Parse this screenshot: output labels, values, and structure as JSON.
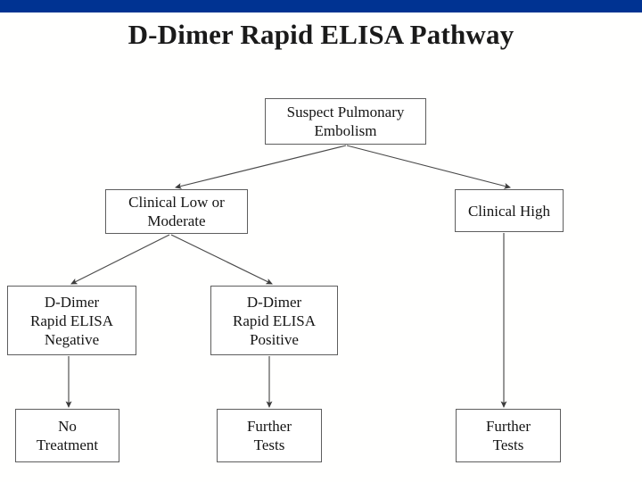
{
  "slide": {
    "title": "D-Dimer Rapid ELISA Pathway",
    "background_color": "#fffffe",
    "accent_bar_color": "#003392"
  },
  "flowchart": {
    "type": "decision-tree",
    "nodes": [
      {
        "id": "root",
        "label": "Suspect Pulmonary\nEmbolism",
        "level": 1
      },
      {
        "id": "lowmod",
        "label": "Clinical Low or\nModerate",
        "level": 2
      },
      {
        "id": "high",
        "label": "Clinical High",
        "level": 2
      },
      {
        "id": "neg",
        "label": "D-Dimer\nRapid ELISA\nNegative",
        "level": 3
      },
      {
        "id": "pos",
        "label": "D-Dimer\nRapid ELISA\nPositive",
        "level": 3
      },
      {
        "id": "notx",
        "label": "No\nTreatment",
        "level": 4
      },
      {
        "id": "ft1",
        "label": "Further\nTests",
        "level": 4
      },
      {
        "id": "ft2",
        "label": "Further\nTests",
        "level": 4
      }
    ],
    "edges": [
      {
        "from": "root",
        "to": "lowmod",
        "style": "diagonal-arrow"
      },
      {
        "from": "root",
        "to": "high",
        "style": "diagonal-arrow"
      },
      {
        "from": "lowmod",
        "to": "neg",
        "style": "diagonal-arrow"
      },
      {
        "from": "lowmod",
        "to": "pos",
        "style": "diagonal-arrow"
      },
      {
        "from": "neg",
        "to": "notx",
        "style": "vertical-arrow"
      },
      {
        "from": "pos",
        "to": "ft1",
        "style": "vertical-arrow"
      },
      {
        "from": "high",
        "to": "ft2",
        "style": "vertical-arrow"
      }
    ],
    "edge_color": "#4a4a4a",
    "node_border_color": "#5e5e5e"
  }
}
